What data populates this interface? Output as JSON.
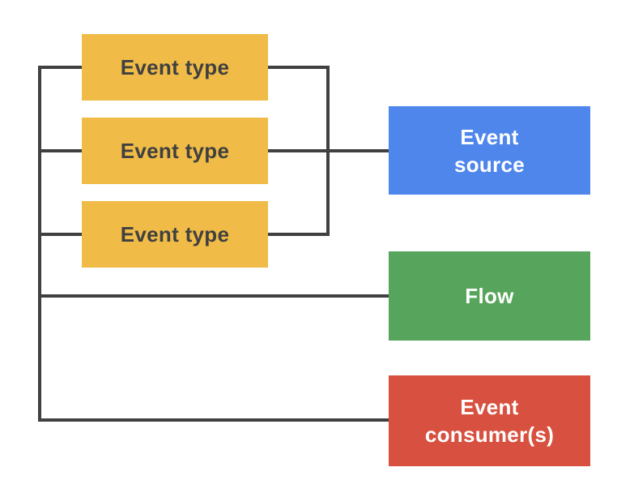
{
  "colors": {
    "background": "#FFFFFF",
    "event_type_fill": "#F0BC47",
    "event_source_fill": "#4E86EC",
    "flow_fill": "#57A55C",
    "event_consumers_fill": "#D8503F",
    "line": "#404040",
    "dark_text": "#404040",
    "light_text": "#FFFFFF"
  },
  "nodes": {
    "event_type_1": {
      "label": "Event type"
    },
    "event_type_2": {
      "label": "Event type"
    },
    "event_type_3": {
      "label": "Event type"
    },
    "event_source": {
      "label": "Event\nsource"
    },
    "flow": {
      "label": "Flow"
    },
    "event_consumers": {
      "label": "Event\nconsumer(s)"
    }
  }
}
